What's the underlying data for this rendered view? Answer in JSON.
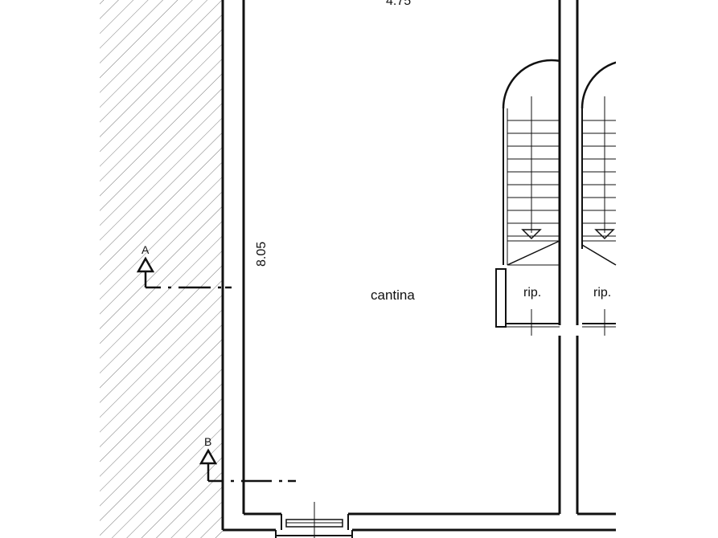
{
  "dimensions": {
    "width_label": "4.75",
    "height_label": "8.05"
  },
  "rooms": {
    "main_label": "cantina",
    "closet_left_label": "rip.",
    "closet_right_label": "rip."
  },
  "sections": {
    "a_label": "A",
    "b_label": "B"
  },
  "colors": {
    "line": "#111111",
    "hatch": "#7a7a7a",
    "background": "#ffffff"
  }
}
